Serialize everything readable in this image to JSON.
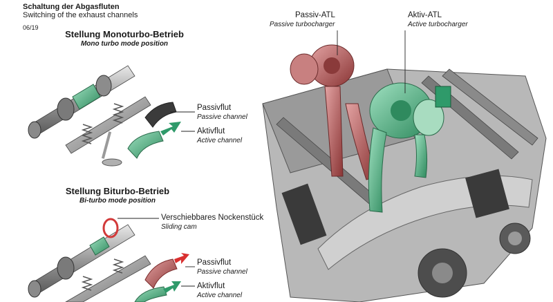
{
  "header": {
    "title": "Schaltung der Abgasfluten",
    "subtitle": "Switching of the exhaust channels",
    "date": "06/19"
  },
  "mono": {
    "title": "Stellung Monoturbo-Betrieb",
    "subtitle": "Mono turbo mode position",
    "passive_de": "Passivflut",
    "passive_en": "Passive channel",
    "active_de": "Aktivflut",
    "active_en": "Active channel"
  },
  "biturbo": {
    "title": "Stellung Biturbo-Betrieb",
    "subtitle": "Bi-turbo mode position",
    "cam_de": "Verschiebbares Nockenstück",
    "cam_en": "Sliding cam",
    "passive_de": "Passivflut",
    "passive_en": "Passive channel",
    "active_de": "Aktivflut",
    "active_en": "Active channel"
  },
  "engine": {
    "passive_atl_de": "Passiv-ATL",
    "passive_atl_en": "Passive turbocharger",
    "active_atl_de": "Aktiv-ATL",
    "active_atl_en": "Active turbocharger"
  },
  "colors": {
    "passive": "#b84c4c",
    "active": "#2f9a6a",
    "arrow_red": "#d93030",
    "arrow_green": "#2f9a6a"
  }
}
